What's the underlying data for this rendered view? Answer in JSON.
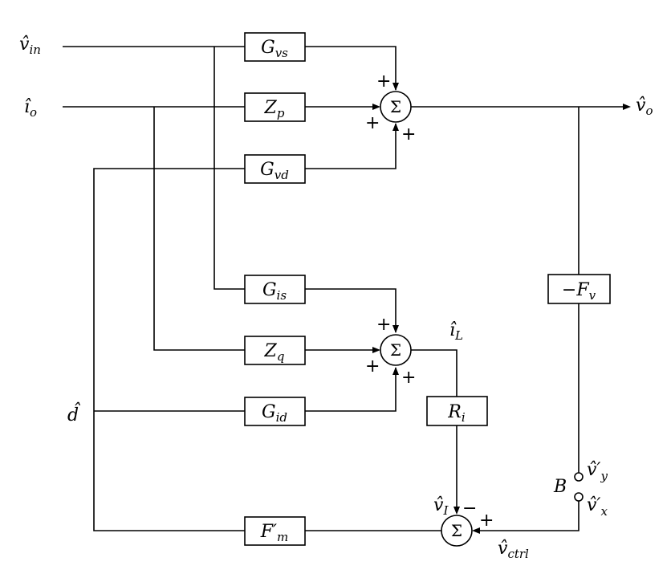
{
  "blocks": {
    "gvs": {
      "base": "G",
      "sub": "vs"
    },
    "zp": {
      "base": "Z",
      "sub": "p"
    },
    "gvd": {
      "base": "G",
      "sub": "vd"
    },
    "gis": {
      "base": "G",
      "sub": "is"
    },
    "zq": {
      "base": "Z",
      "sub": "q"
    },
    "gid": {
      "base": "G",
      "sub": "id"
    },
    "ri": {
      "base": "R",
      "sub": "i"
    },
    "fv": {
      "base": "−F",
      "sub": "v"
    },
    "fm": {
      "base": "F′",
      "sub": "m"
    }
  },
  "signals": {
    "vin": {
      "base": "v̂",
      "sub": "in"
    },
    "io": {
      "base": "î",
      "sub": "o"
    },
    "vo": {
      "base": "v̂",
      "sub": "o"
    },
    "d": {
      "base": "d̂",
      "sub": ""
    },
    "iL": {
      "base": "î",
      "sub": "L"
    },
    "vI": {
      "base": "v̂",
      "sub": "I"
    },
    "vctrl": {
      "base": "v̂",
      "sub": "ctrl"
    },
    "vy": {
      "base": "v̂′",
      "sub": "y"
    },
    "vx": {
      "base": "v̂′",
      "sub": "x"
    },
    "B": "B"
  },
  "sum_symbol": "Σ",
  "signs": {
    "plus": "+",
    "minus": "−"
  }
}
